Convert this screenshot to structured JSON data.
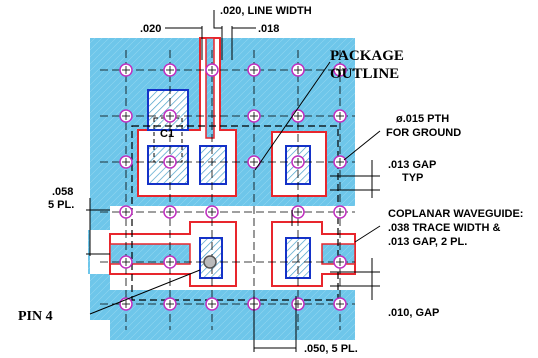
{
  "colors": {
    "substrate": "#6ec6ea",
    "gap_outline": "#e8262d",
    "pad_outline": "#1432c8",
    "via_outline": "#c030c0",
    "hatch": "#4aa0c8",
    "ink": "#000000"
  },
  "icons": {
    "via": "plated-through-hole-circle",
    "pad": "hatched-rectangle"
  },
  "labels": {
    "line_width": ".020, LINE WIDTH",
    "dim_020": ".020",
    "dim_018": ".018",
    "package_outline_1": "PACKAGE",
    "package_outline_2": "OUTLINE",
    "pth_1": "ø.015 PTH",
    "pth_2": "FOR GROUND",
    "gap_1": ".013 GAP",
    "gap_2": "TYP",
    "dim_058_1": ".058",
    "dim_058_2": "5 PL.",
    "cpw_1": "COPLANAR WAVEGUIDE:",
    "cpw_2": ".038 TRACE WIDTH &",
    "cpw_3": ".013 GAP, 2 PL.",
    "c1": "C1",
    "pin4": "PIN 4",
    "gap_010": ".010, GAP",
    "dim_050": ".050, 5 PL."
  }
}
